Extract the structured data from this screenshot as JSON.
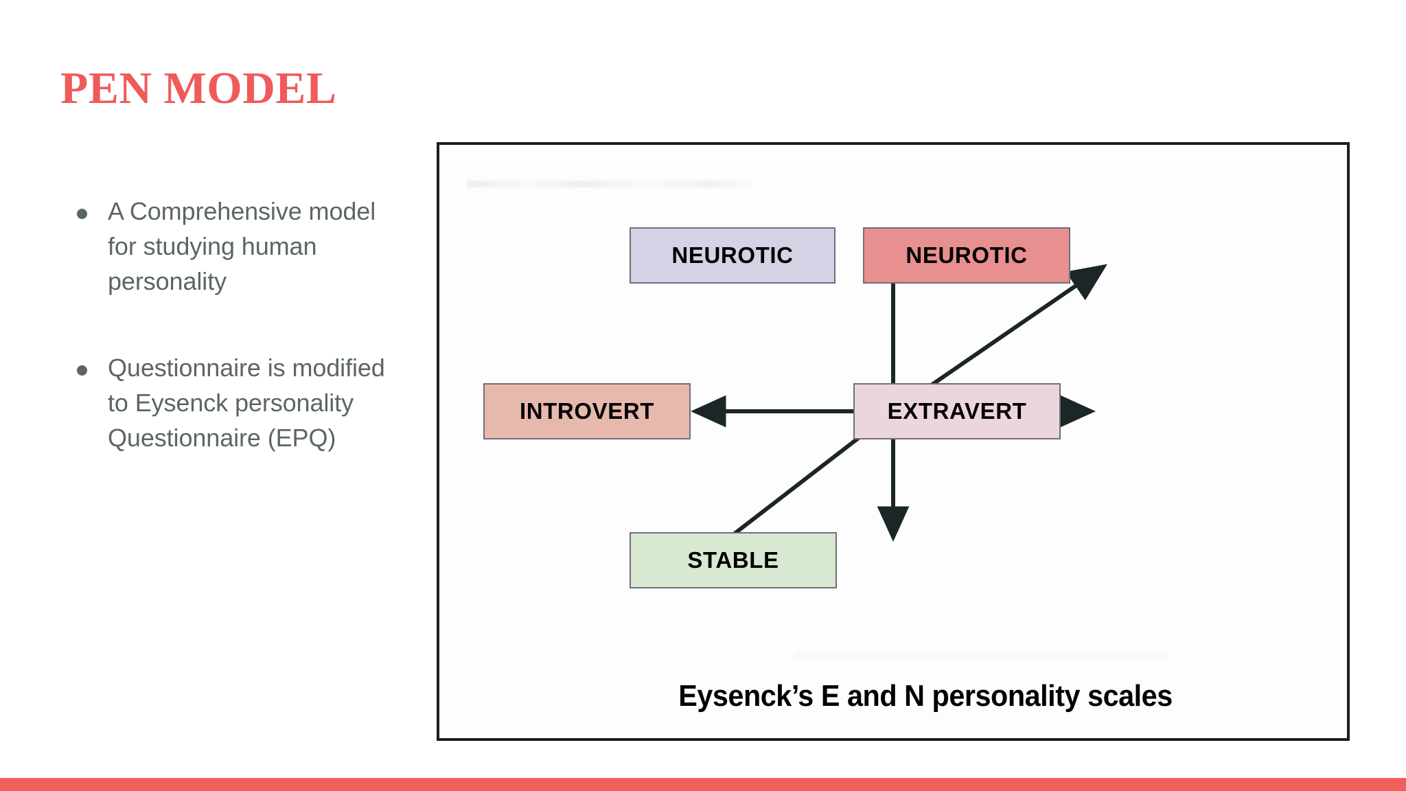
{
  "slide": {
    "title": "PEN MODEL",
    "title_color": "#ef5b5b",
    "background_color": "#ffffff",
    "accent_bar_color": "#f2605e"
  },
  "bullets": [
    {
      "text": "A Comprehensive model for studying human personality"
    },
    {
      "text": "Questionnaire is modified to Eysenck personality Questionnaire (EPQ)"
    }
  ],
  "diagram": {
    "caption": "Eysenck’s E and N personality scales",
    "frame_border_color": "#1d1d1d",
    "nodes": [
      {
        "id": "neurotic-left",
        "label": "NEUROTIC",
        "fill": "#d6d2e6",
        "border": "#6e6e78"
      },
      {
        "id": "neurotic-right",
        "label": "NEUROTIC",
        "fill": "#e7908f",
        "border": "#6e6e78"
      },
      {
        "id": "introvert",
        "label": "INTROVERT",
        "fill": "#e7b9ad",
        "border": "#6e6e78"
      },
      {
        "id": "extravert",
        "label": "EXTRAVERT",
        "fill": "#ecd6dd",
        "border": "#6e6e78"
      },
      {
        "id": "stable",
        "label": "STABLE",
        "fill": "#d9e8d1",
        "border": "#6e6e78"
      }
    ],
    "axes": [
      {
        "id": "vertical-axis",
        "from": "STABLE",
        "to": "NEUROTIC",
        "style": "double-headed"
      },
      {
        "id": "horizontal-axis",
        "from": "INTROVERT",
        "to": "EXTRAVERT",
        "style": "double-headed"
      },
      {
        "id": "diagonal-axis",
        "from": "lower-left",
        "to": "upper-right",
        "style": "double-headed"
      }
    ]
  }
}
